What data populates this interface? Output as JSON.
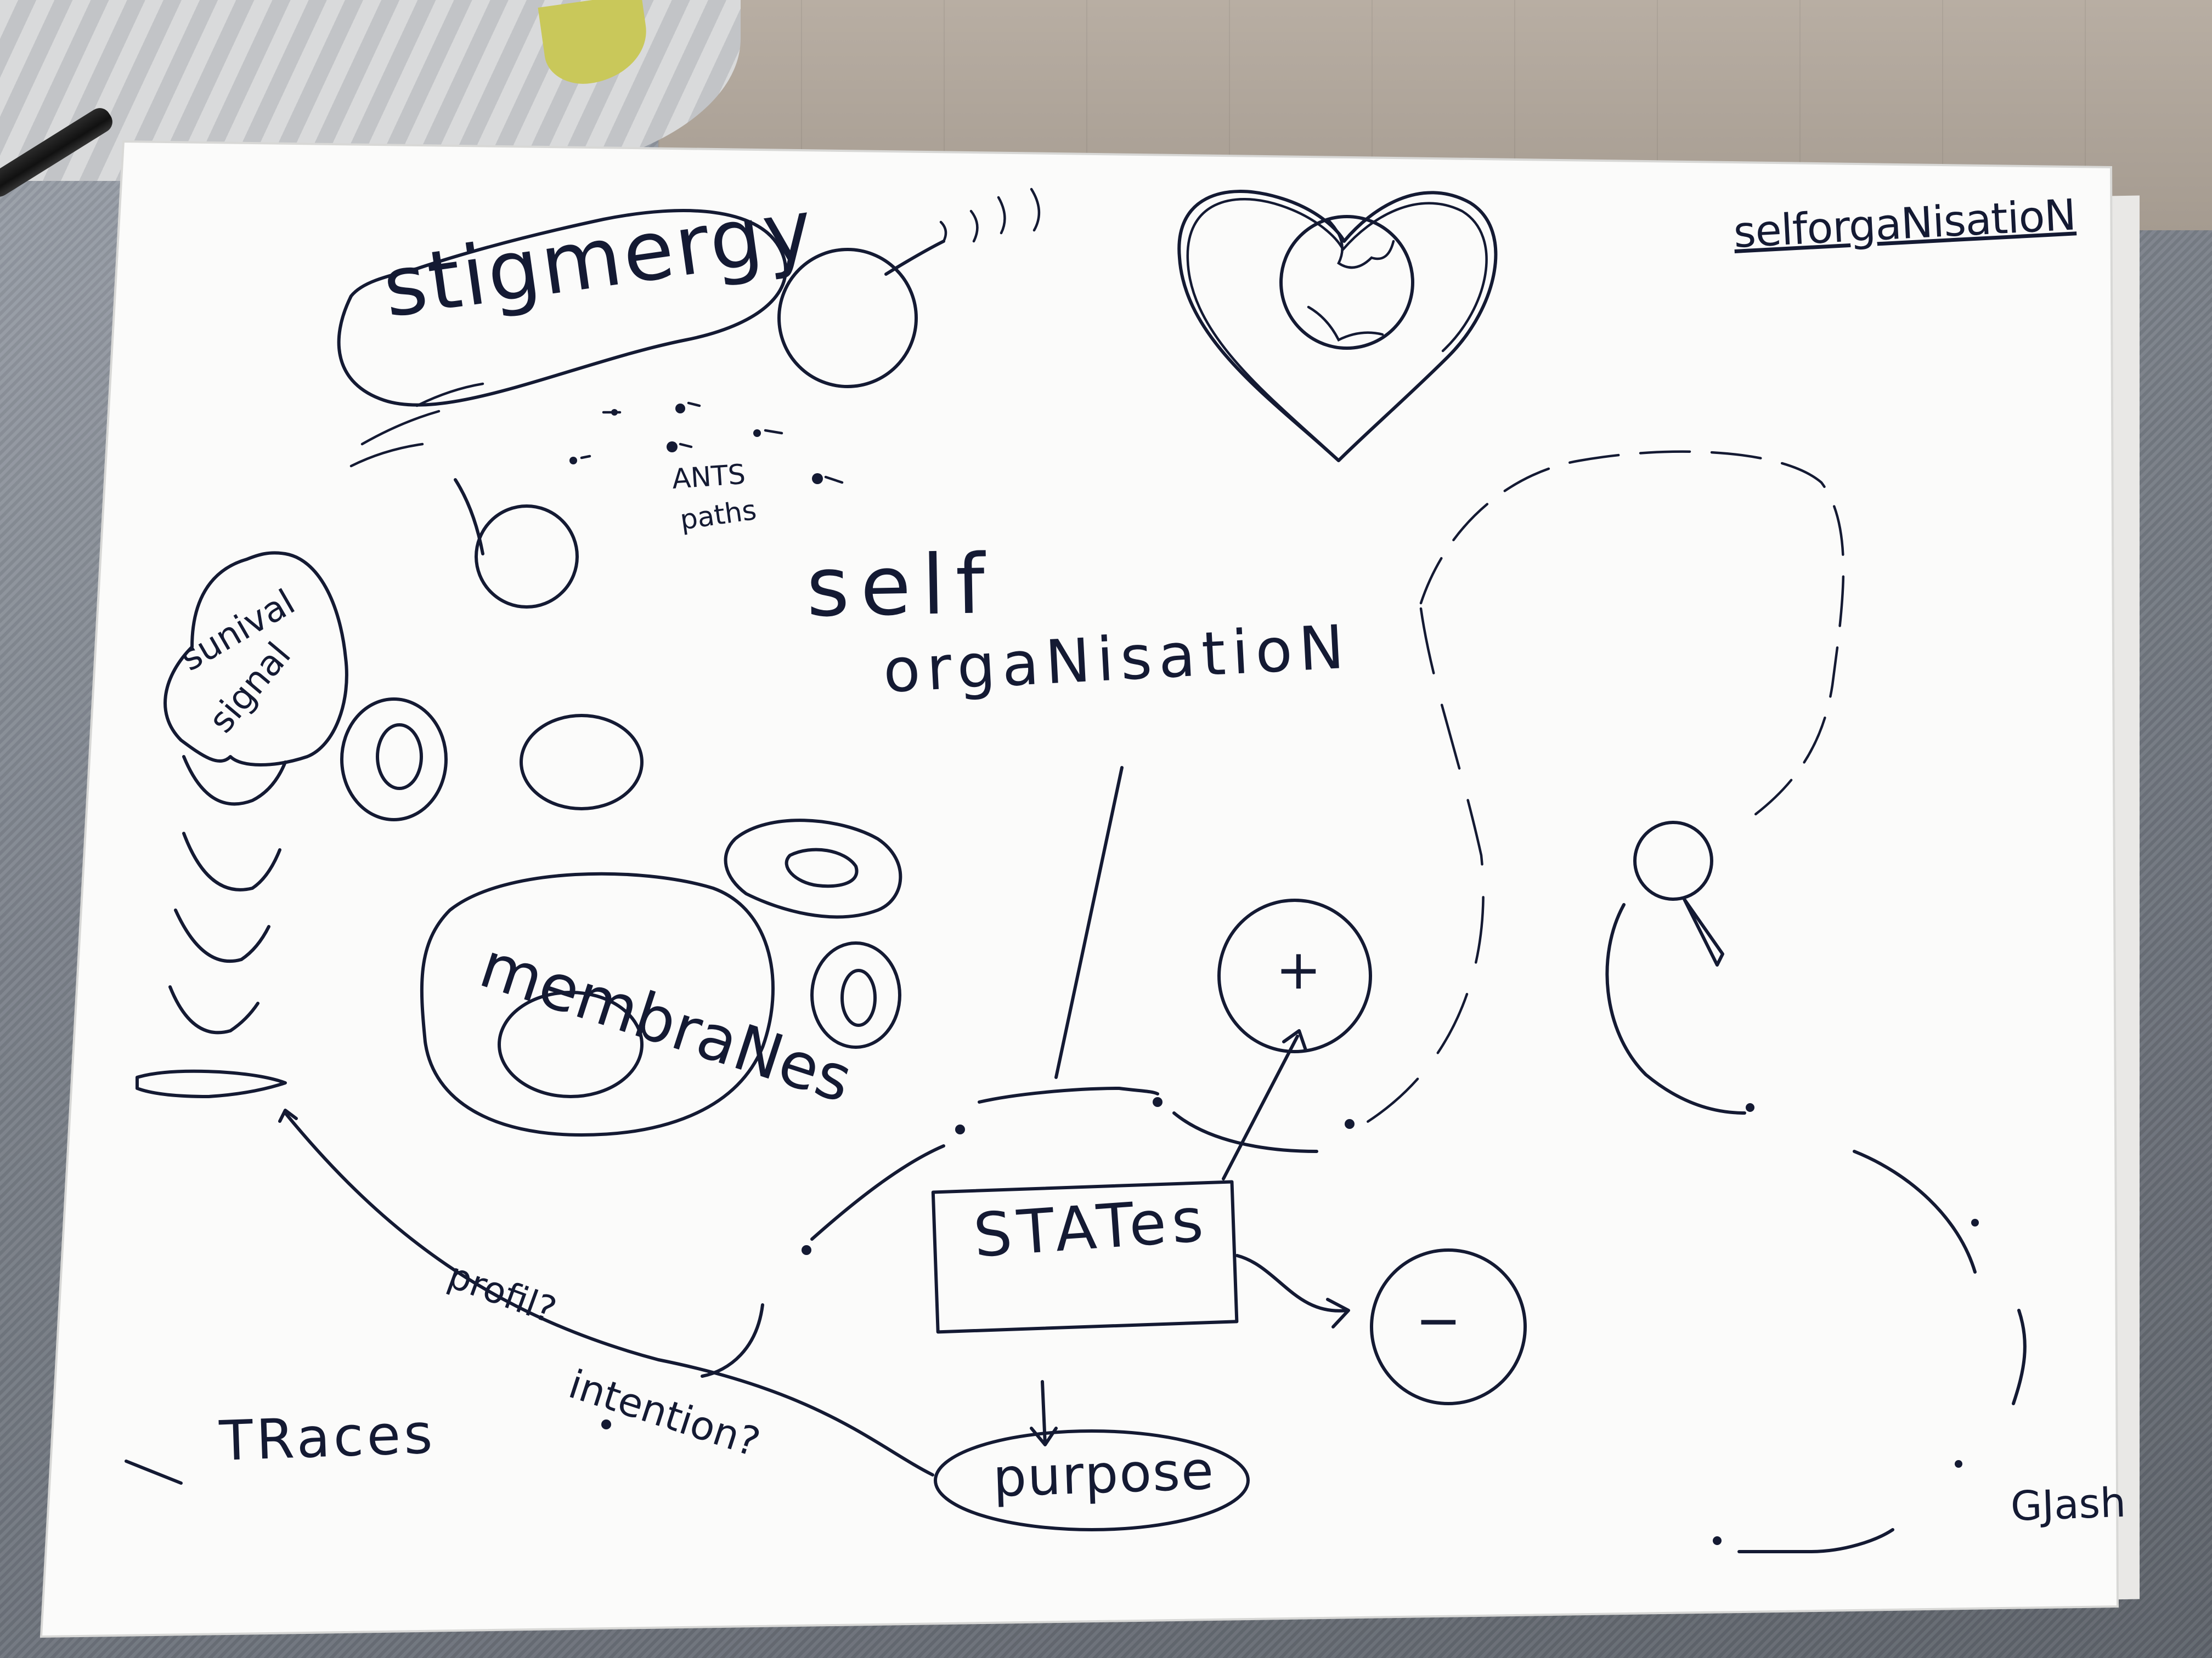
{
  "labels": {
    "stigmergy": "stigmergy",
    "self_organisation_title": "selforgaNisatioN",
    "ants": "ANTS",
    "paths": "paths",
    "self": "self",
    "organisation": "orgaNisatioN",
    "survival": "sunival",
    "signal": "signal",
    "membranes": "membraNes",
    "states": "STATes",
    "plus": "+",
    "minus": "−",
    "profil": "profil?",
    "intention": "intention?",
    "traces": "TRaces",
    "purpose": "purpose",
    "signature": "GJash"
  },
  "colors": {
    "ink": "#141a33",
    "paper": "#fbfbfa"
  },
  "icons": [
    "heart-icon",
    "globe-icon",
    "pen-icon"
  ]
}
